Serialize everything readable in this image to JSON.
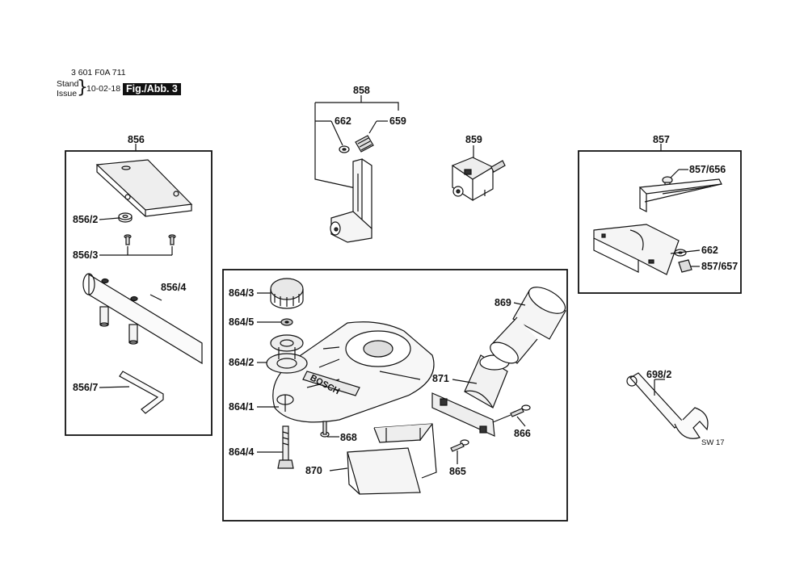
{
  "header": {
    "doc_number": "3 601 F0A 711",
    "stand": "Stand",
    "issue": "Issue",
    "date": "10-02-18",
    "figure": "Fig./Abb. 3"
  },
  "parts": {
    "p856": "856",
    "p856_2": "856/2",
    "p856_3": "856/3",
    "p856_4": "856/4",
    "p856_7": "856/7",
    "p858": "858",
    "p662a": "662",
    "p659": "659",
    "p859": "859",
    "p857": "857",
    "p857_656": "857/656",
    "p662b": "662",
    "p857_657": "857/657",
    "p864_3": "864/3",
    "p864_5": "864/5",
    "p864_2": "864/2",
    "p864_1": "864/1",
    "p864_4": "864/4",
    "p868": "868",
    "p870": "870",
    "p865": "865",
    "p866": "866",
    "p871": "871",
    "p869": "869",
    "p698_2": "698/2",
    "sw17": "SW 17",
    "brand": "BOSCH"
  }
}
